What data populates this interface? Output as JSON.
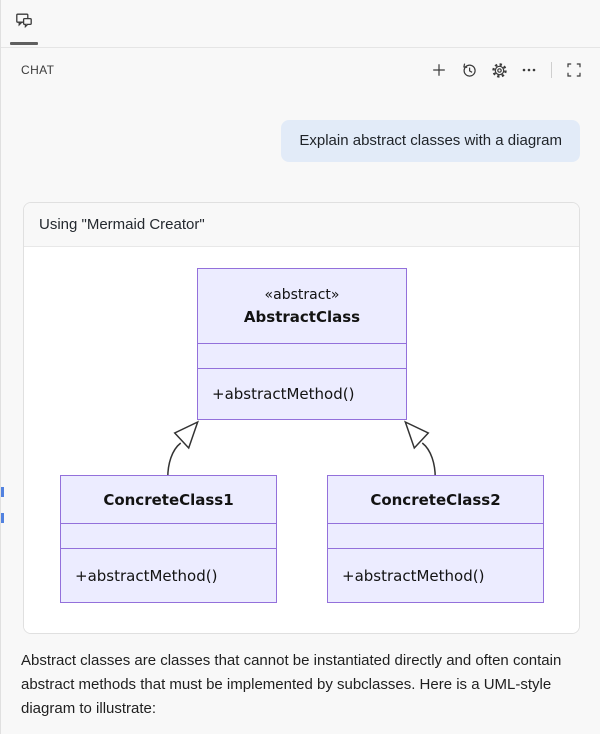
{
  "header": {
    "title": "CHAT",
    "actions": [
      {
        "name": "new-chat",
        "icon": "plus-icon"
      },
      {
        "name": "show-history",
        "icon": "history-icon"
      },
      {
        "name": "configure",
        "icon": "gear-icon"
      },
      {
        "name": "more",
        "icon": "ellipsis-icon"
      },
      {
        "name": "maximize-panel",
        "icon": "expand-icon"
      }
    ]
  },
  "chat": {
    "user_message": "Explain abstract classes with a diagram",
    "tool_panel": {
      "title": "Using \"Mermaid Creator\""
    },
    "assistant_text": "Abstract classes are classes that cannot be instantiated directly and often contain abstract methods that must be implemented by subclasses. Here is a UML-style diagram to illustrate:"
  },
  "diagram": {
    "type": "uml-class-diagram",
    "classes": [
      {
        "stereotype": "«abstract»",
        "name": "AbstractClass",
        "attributes": [],
        "methods": [
          "+abstractMethod()"
        ]
      },
      {
        "name": "ConcreteClass1",
        "attributes": [],
        "methods": [
          "+abstractMethod()"
        ]
      },
      {
        "name": "ConcreteClass2",
        "attributes": [],
        "methods": [
          "+abstractMethod()"
        ]
      }
    ],
    "relations": [
      {
        "from": "ConcreteClass1",
        "to": "AbstractClass",
        "type": "inheritance"
      },
      {
        "from": "ConcreteClass2",
        "to": "AbstractClass",
        "type": "inheritance"
      }
    ],
    "colors": {
      "node_fill": "#ECECFF",
      "node_stroke": "#9370DB",
      "edge_stroke": "#333333"
    }
  },
  "colors": {
    "page_bg": "#f8f8f8",
    "bubble_bg": "#e2ebf8",
    "panel_border": "#e0e0e0",
    "edge_marker_blue": "#5282e0",
    "icon_gray": "#3b3b3b"
  }
}
